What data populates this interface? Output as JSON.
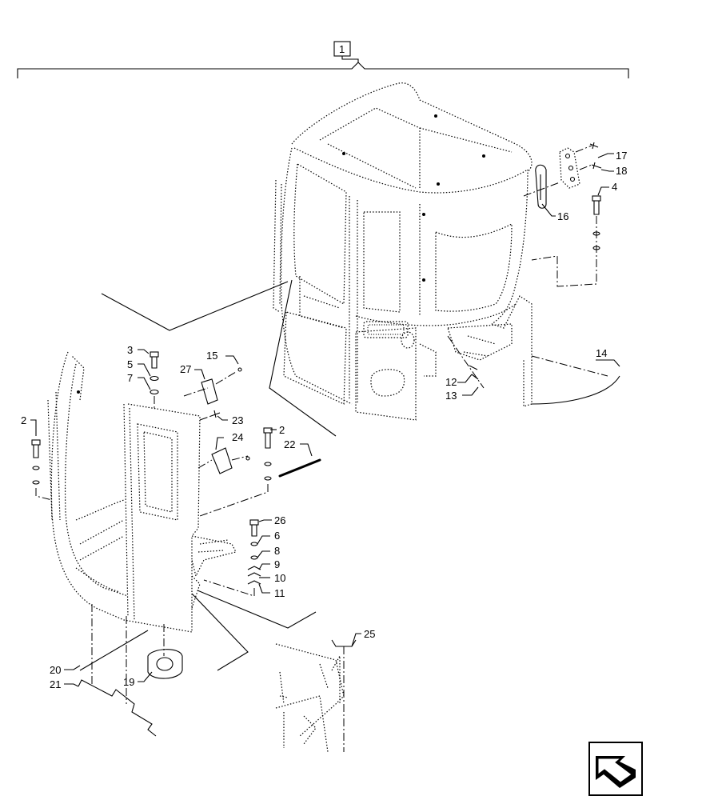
{
  "diagram": {
    "assembly_label": "1",
    "callouts": {
      "c2a": "2",
      "c2b": "2",
      "c3": "3",
      "c4": "4",
      "c5": "5",
      "c6": "6",
      "c7": "7",
      "c8": "8",
      "c9": "9",
      "c10": "10",
      "c11": "11",
      "c12": "12",
      "c13": "13",
      "c14": "14",
      "c15": "15",
      "c16": "16",
      "c17": "17",
      "c18": "18",
      "c19": "19",
      "c20": "20",
      "c21": "21",
      "c22": "22",
      "c23": "23",
      "c24": "24",
      "c25": "25",
      "c26": "26",
      "c27": "27"
    },
    "nav_icon": "navigation-arrow-icon"
  }
}
